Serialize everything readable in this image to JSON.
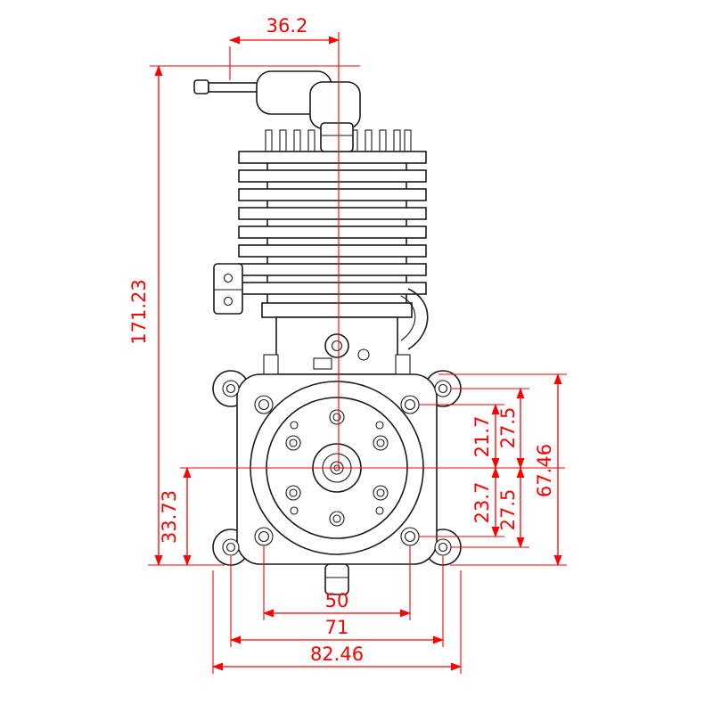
{
  "colors": {
    "dimension_red": "#ff0000",
    "ink_black": "#1a1a1a",
    "background": "#ffffff"
  },
  "dimensions": {
    "spark_plug_offset": "36.2",
    "overall_height": "171.23",
    "center_to_base": "33.73",
    "center_to_upper_inner_hole": "21.7",
    "center_to_upper_outer_hole": "27.5",
    "center_to_lower_inner_hole": "23.7",
    "center_to_lower_outer_hole": "27.5",
    "mount_plate_height": "67.46",
    "inner_hole_spacing": "50",
    "outer_hole_spacing": "71",
    "overall_width": "82.46"
  }
}
